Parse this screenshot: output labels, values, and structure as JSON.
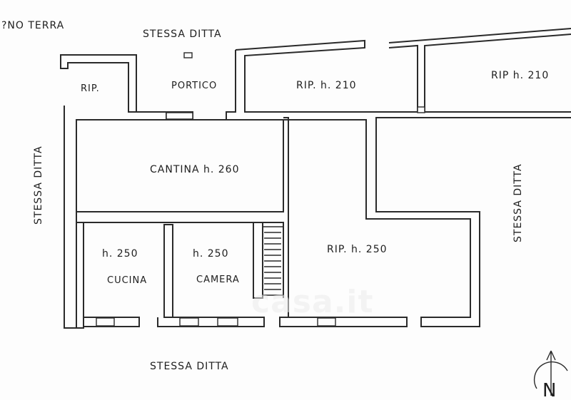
{
  "plan": {
    "floor_label": "?NO TERRA",
    "surroundings": {
      "top": "STESSA DITTA",
      "bottom": "STESSA DITTA",
      "left": "STESSA DITTA",
      "right": "STESSA DITTA"
    },
    "rooms": {
      "rip_small": "RIP.",
      "portico": "PORTICO",
      "rip_210_left": "RIP. h. 210",
      "rip_210_right": "RIP h. 210",
      "cantina": "CANTINA   h. 260",
      "cucina_height": "h. 250",
      "cucina": "CUCINA",
      "camera_height": "h. 250",
      "camera": "CAMERA",
      "rip_250": "RIP.   h. 250"
    },
    "watermark": "casa.it",
    "north_arrow": "N"
  }
}
